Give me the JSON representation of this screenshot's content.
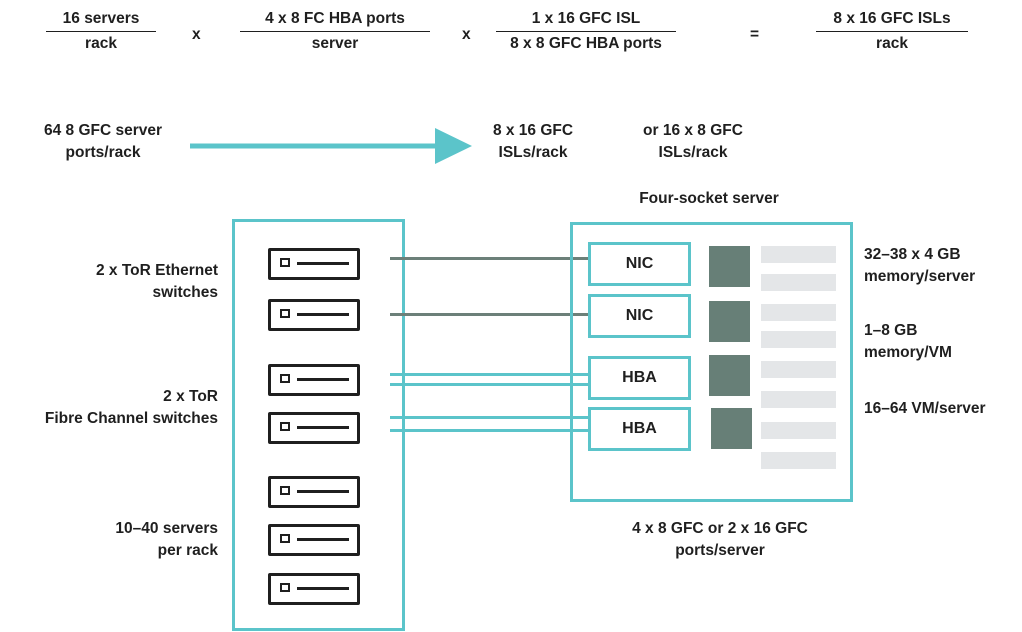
{
  "formula": {
    "term1": {
      "numerator": "16 servers",
      "denominator": "rack"
    },
    "op1": "x",
    "term2": {
      "numerator": "4 x 8 FC HBA ports",
      "denominator": "server"
    },
    "op2": "x",
    "term3": {
      "numerator": "1 x 16 GFC ISL",
      "denominator": "8 x 8 GFC HBA ports"
    },
    "equals": "=",
    "result": {
      "numerator": "8 x 16 GFC ISLs",
      "denominator": "rack"
    }
  },
  "flow": {
    "source_line1": "64 8 GFC server",
    "source_line2": "ports/rack",
    "target_a_line1": "8 x 16 GFC",
    "target_a_line2": "ISLs/rack",
    "target_b_line1": "or 16 x 8 GFC",
    "target_b_line2": "ISLs/rack"
  },
  "rack": {
    "ethernet_label_line1": "2 x ToR Ethernet",
    "ethernet_label_line2": "switches",
    "fc_label_line1": "2 x ToR",
    "fc_label_line2": "Fibre Channel switches",
    "servers_label_line1": "10–40 servers",
    "servers_label_line2": "per rack"
  },
  "server": {
    "title": "Four-socket server",
    "cards": [
      "NIC",
      "NIC",
      "HBA",
      "HBA"
    ],
    "ports_line1": "4 x 8 GFC or 2 x 16 GFC",
    "ports_line2": "ports/server"
  },
  "specs": {
    "memory_server_line1": "32–38 x 4 GB",
    "memory_server_line2": "memory/server",
    "memory_vm_line1": "1–8 GB",
    "memory_vm_line2": "memory/VM",
    "vm_density": "16–64 VM/server"
  },
  "colors": {
    "accent": "#5bc4ca",
    "cpu": "#677f77",
    "memory": "#e4e6e8",
    "ethernet_link": "#6c8079"
  }
}
